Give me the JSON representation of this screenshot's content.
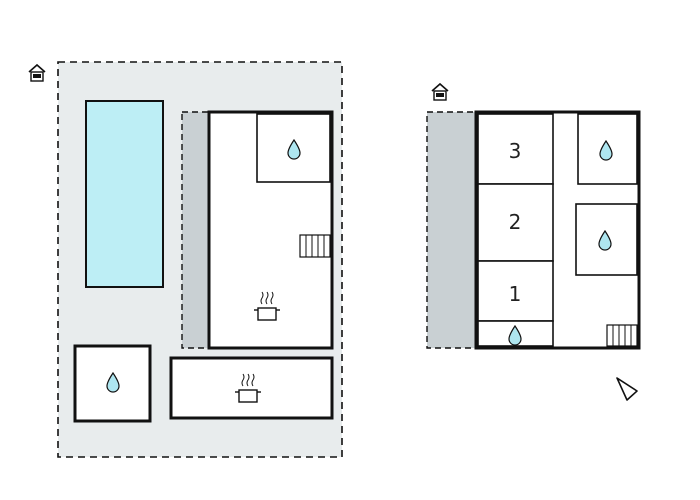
{
  "colors": {
    "wall": "#111111",
    "plot_fill": "#e8eced",
    "terrace_fill": "#c9d0d3",
    "pool_fill": "#bdeef5",
    "water_drop": "#aee6f0",
    "room_fill": "#ffffff"
  },
  "icons": {
    "entrance": "house-entrance-icon",
    "bathroom": "water-drop-icon",
    "kitchen": "cooking-pot-icon",
    "stairs": "stairs-icon",
    "north": "north-arrow-icon"
  },
  "floor_plan_2": {
    "rooms": [
      {
        "label": "3"
      },
      {
        "label": "2"
      },
      {
        "label": "1"
      }
    ]
  }
}
